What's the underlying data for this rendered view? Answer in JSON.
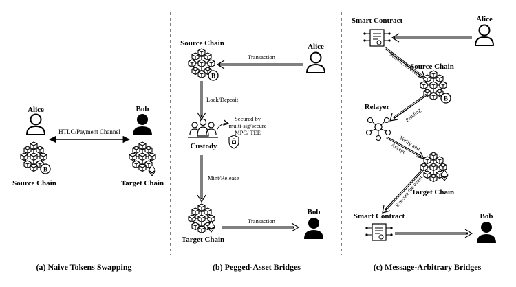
{
  "panel_a": {
    "alice": "Alice",
    "bob": "Bob",
    "channel": "HTLC/Payment Channel",
    "source_chain": "Source Chain",
    "target_chain": "Target Chain",
    "caption": "(a) Naive Tokens Swapping"
  },
  "panel_b": {
    "source_chain": "Source Chain",
    "alice": "Alice",
    "transaction_top": "Transaction",
    "lock_deposit": "Lock/Deposit",
    "secured_by_1": "Secured by",
    "secured_by_2": "multi-sig/secure",
    "secured_by_3": "MPC/ TEE",
    "custody": "Custody",
    "mint_release": "Mint/Release",
    "target_chain": "Target Chain",
    "bob": "Bob",
    "transaction_bottom": "Transaction",
    "caption": "(b) Pegged-Asset Bridges"
  },
  "panel_c": {
    "smart_contract_top": "Smart Contract",
    "alice": "Alice",
    "submit_event": "Submit An event",
    "source_chain": "Source Chain",
    "relayer": "Relayer",
    "pending": "Pending",
    "verify_1": "Verify and",
    "verify_2": "Accept",
    "target_chain": "Target Chain",
    "execute_event": "Execute the event",
    "smart_contract_bottom": "Smart Contract",
    "bob": "Bob",
    "caption": "(c) Message-Arbitrary Bridges"
  },
  "icons": {
    "coin_btc": "B",
    "coin_eth": "◆"
  }
}
